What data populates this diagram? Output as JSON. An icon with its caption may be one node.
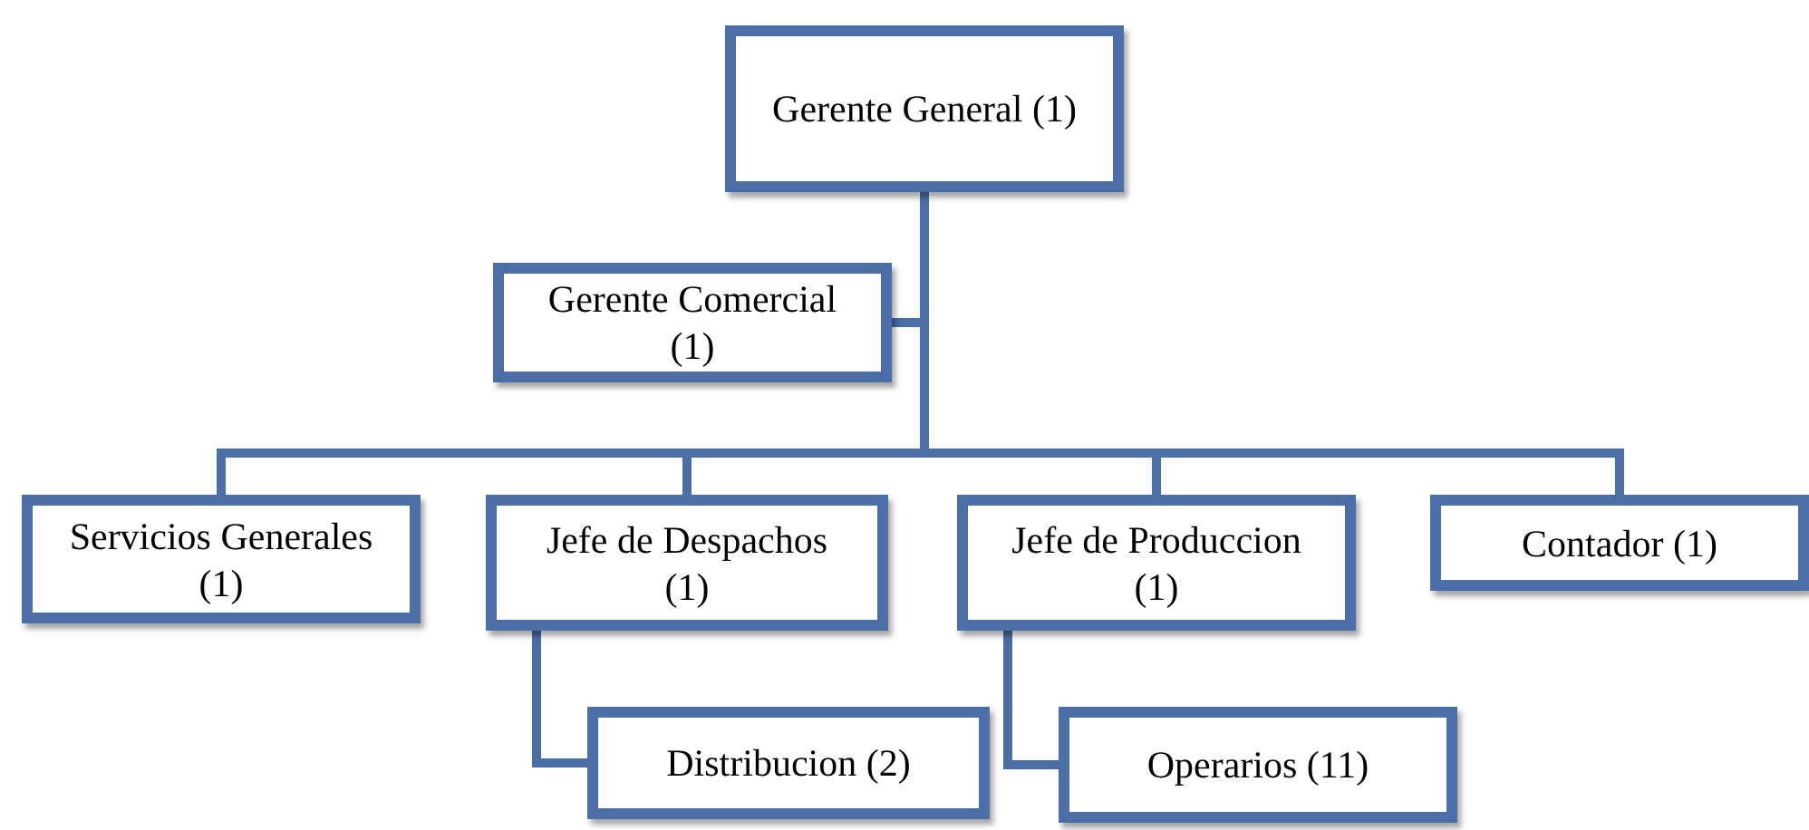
{
  "diagram": {
    "nodes": [
      {
        "text": [
          "Gerente General (1)"
        ]
      },
      {
        "text": [
          "Gerente Comercial (1)"
        ]
      },
      {
        "text": [
          "Servicios Generales (1)"
        ]
      },
      {
        "text": [
          "Jefe de Despachos (1)"
        ]
      },
      {
        "text": [
          "Jefe de Produccion (1)"
        ]
      },
      {
        "text": [
          "Contador (1)"
        ]
      },
      {
        "text": [
          "Distribucion (2)"
        ]
      },
      {
        "text": [
          "Operarios (11)"
        ]
      }
    ],
    "edges": [
      {
        "from": 0,
        "to": 1,
        "arrow": "none"
      },
      {
        "from": 0,
        "to": 2,
        "arrow": "none"
      },
      {
        "from": 0,
        "to": 3,
        "arrow": "none"
      },
      {
        "from": 0,
        "to": 4,
        "arrow": "none"
      },
      {
        "from": 0,
        "to": 5,
        "arrow": "none"
      },
      {
        "from": 3,
        "to": 6,
        "arrow": "none"
      },
      {
        "from": 4,
        "to": 7,
        "arrow": "none"
      }
    ]
  }
}
